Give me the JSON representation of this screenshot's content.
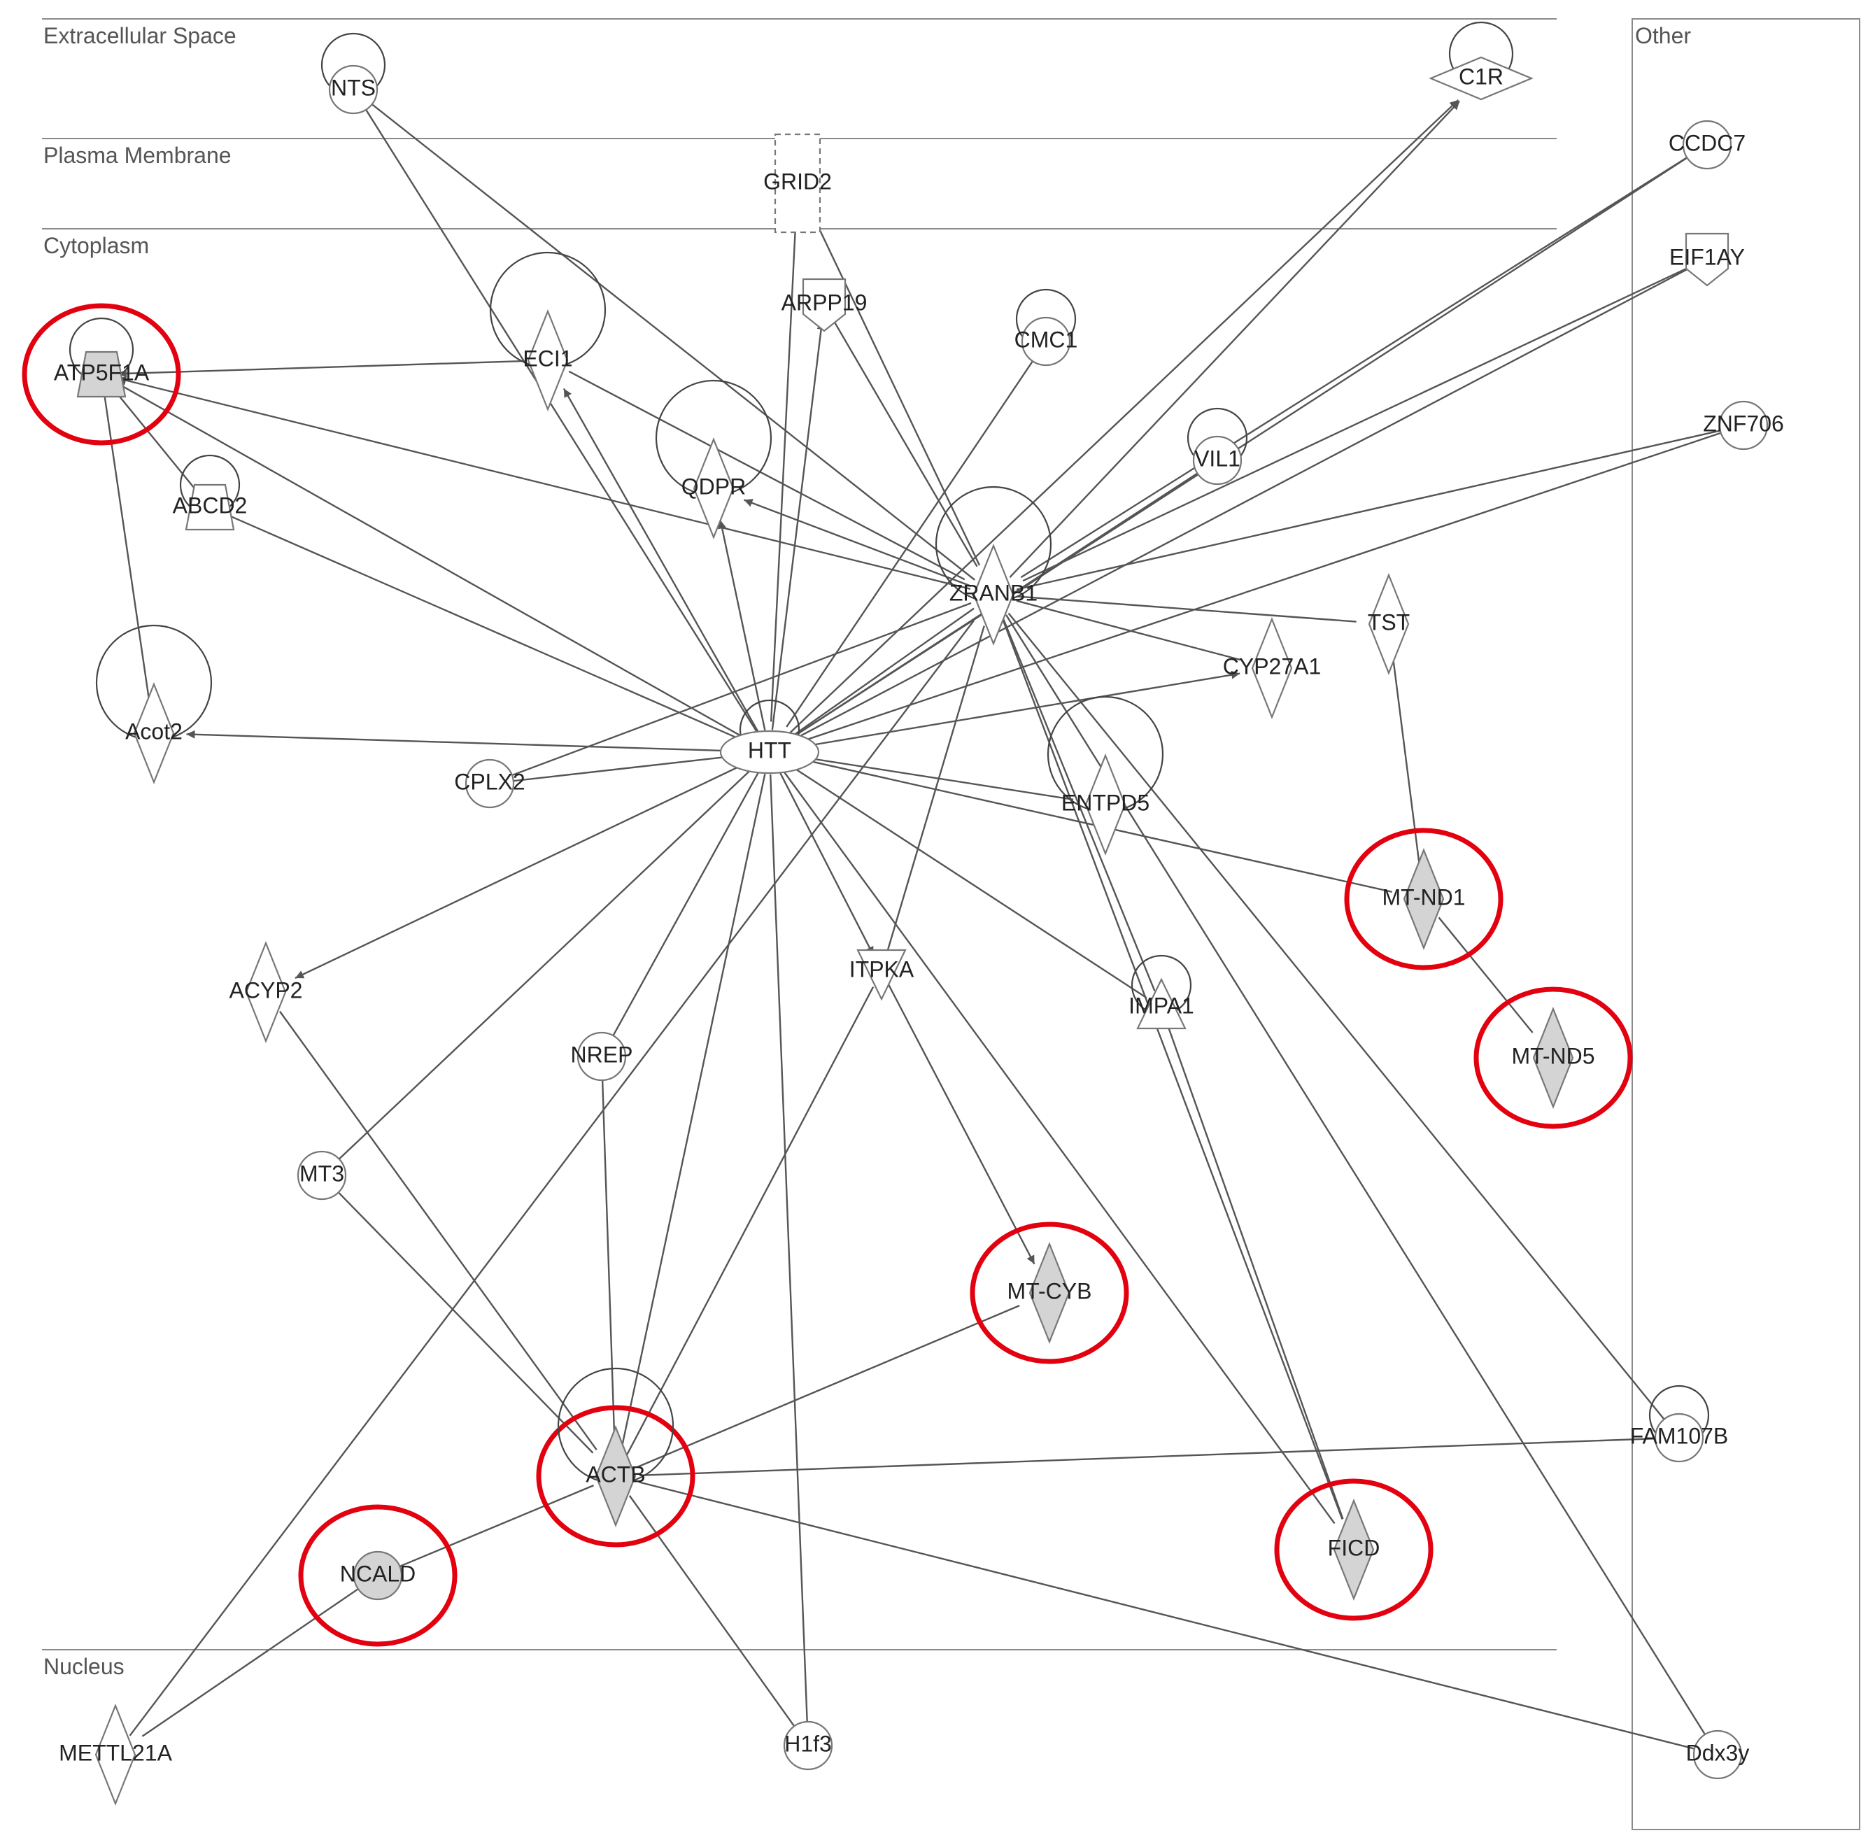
{
  "sections": {
    "extracellular": "Extracellular Space",
    "plasma_membrane": "Plasma Membrane",
    "cytoplasm": "Cytoplasm",
    "nucleus": "Nucleus",
    "other": "Other"
  },
  "colors": {
    "line": "#555555",
    "node_stroke": "#777777",
    "node_fill": "#ffffff",
    "highlight_fill": "#d4d4d4",
    "highlight_ring": "#e3000f"
  },
  "nodes": [
    {
      "id": "NTS",
      "label": "NTS",
      "shape": "circle",
      "self_loop": true
    },
    {
      "id": "C1R",
      "label": "C1R",
      "shape": "wide-diamond",
      "self_loop": true
    },
    {
      "id": "GRID2",
      "label": "GRID2",
      "shape": "dashed-rect"
    },
    {
      "id": "CCDC7",
      "label": "CCDC7",
      "shape": "circle"
    },
    {
      "id": "EIF1AY",
      "label": "EIF1AY",
      "shape": "pentagon"
    },
    {
      "id": "ZNF706",
      "label": "ZNF706",
      "shape": "circle"
    },
    {
      "id": "ATP5F1A",
      "label": "ATP5F1A",
      "shape": "trapezoid",
      "self_loop": true,
      "highlighted": true
    },
    {
      "id": "ECI1",
      "label": "ECI1",
      "shape": "diamond",
      "self_loop": true
    },
    {
      "id": "ARPP19",
      "label": "ARPP19",
      "shape": "pentagon"
    },
    {
      "id": "CMC1",
      "label": "CMC1",
      "shape": "circle",
      "self_loop": true
    },
    {
      "id": "VIL1",
      "label": "VIL1",
      "shape": "circle",
      "self_loop": true
    },
    {
      "id": "ABCD2",
      "label": "ABCD2",
      "shape": "trapezoid",
      "self_loop": true
    },
    {
      "id": "QDPR",
      "label": "QDPR",
      "shape": "diamond",
      "self_loop": true
    },
    {
      "id": "ZRANB1",
      "label": "ZRANB1",
      "shape": "diamond",
      "self_loop": true
    },
    {
      "id": "TST",
      "label": "TST",
      "shape": "diamond"
    },
    {
      "id": "CYP27A1",
      "label": "CYP27A1",
      "shape": "diamond"
    },
    {
      "id": "Acot2",
      "label": "Acot2",
      "shape": "diamond",
      "self_loop": true
    },
    {
      "id": "HTT",
      "label": "HTT",
      "shape": "ellipse",
      "self_loop": true
    },
    {
      "id": "CPLX2",
      "label": "CPLX2",
      "shape": "circle"
    },
    {
      "id": "ENTPD5",
      "label": "ENTPD5",
      "shape": "diamond",
      "self_loop": true
    },
    {
      "id": "MT-ND1",
      "label": "MT-ND1",
      "shape": "diamond",
      "highlighted": true
    },
    {
      "id": "MT-ND5",
      "label": "MT-ND5",
      "shape": "diamond",
      "highlighted": true
    },
    {
      "id": "ACYP2",
      "label": "ACYP2",
      "shape": "diamond"
    },
    {
      "id": "ITPKA",
      "label": "ITPKA",
      "shape": "triangle-down"
    },
    {
      "id": "IMPA1",
      "label": "IMPA1",
      "shape": "triangle",
      "self_loop": true
    },
    {
      "id": "NREP",
      "label": "NREP",
      "shape": "circle"
    },
    {
      "id": "MT3",
      "label": "MT3",
      "shape": "circle"
    },
    {
      "id": "MT-CYB",
      "label": "MT-CYB",
      "shape": "diamond",
      "highlighted": true
    },
    {
      "id": "FAM107B",
      "label": "FAM107B",
      "shape": "circle",
      "self_loop": true
    },
    {
      "id": "ACTB",
      "label": "ACTB",
      "shape": "diamond",
      "self_loop": true,
      "highlighted": true
    },
    {
      "id": "FICD",
      "label": "FICD",
      "shape": "diamond",
      "highlighted": true
    },
    {
      "id": "NCALD",
      "label": "NCALD",
      "shape": "circle",
      "highlighted": true
    },
    {
      "id": "METTL21A",
      "label": "METTL21A",
      "shape": "diamond"
    },
    {
      "id": "H1f3",
      "label": "H1f3",
      "shape": "circle"
    },
    {
      "id": "Ddx3y",
      "label": "Ddx3y",
      "shape": "circle"
    }
  ],
  "edges": [
    {
      "from": "HTT",
      "to": "NTS",
      "arrow": true
    },
    {
      "from": "ZRANB1",
      "to": "NTS",
      "arrow": true
    },
    {
      "from": "HTT",
      "to": "C1R",
      "arrow": true
    },
    {
      "from": "ZRANB1",
      "to": "C1R",
      "arrow": true
    },
    {
      "from": "GRID2",
      "to": "HTT",
      "arrow": false
    },
    {
      "from": "GRID2",
      "to": "ZRANB1",
      "arrow": false
    },
    {
      "from": "CCDC7",
      "to": "HTT",
      "arrow": false
    },
    {
      "from": "CCDC7",
      "to": "ZRANB1",
      "arrow": false
    },
    {
      "from": "EIF1AY",
      "to": "HTT",
      "arrow": false
    },
    {
      "from": "EIF1AY",
      "to": "ZRANB1",
      "arrow": false
    },
    {
      "from": "HTT",
      "to": "ZNF706",
      "arrow": true
    },
    {
      "from": "ZRANB1",
      "to": "ZNF706",
      "arrow": true
    },
    {
      "from": "ECI1",
      "to": "ATP5F1A",
      "arrow": true
    },
    {
      "from": "HTT",
      "to": "ATP5F1A",
      "arrow": true
    },
    {
      "from": "ZRANB1",
      "to": "ATP5F1A",
      "arrow": true
    },
    {
      "from": "ABCD2",
      "to": "ATP5F1A",
      "arrow": false
    },
    {
      "from": "Acot2",
      "to": "ATP5F1A",
      "arrow": false
    },
    {
      "from": "HTT",
      "to": "ECI1",
      "arrow": true
    },
    {
      "from": "ECI1",
      "to": "ZRANB1",
      "arrow": false
    },
    {
      "from": "HTT",
      "to": "ARPP19",
      "arrow": true
    },
    {
      "from": "ARPP19",
      "to": "ZRANB1",
      "arrow": false
    },
    {
      "from": "CMC1",
      "to": "HTT",
      "arrow": false
    },
    {
      "from": "VIL1",
      "to": "HTT",
      "arrow": false
    },
    {
      "from": "ABCD2",
      "to": "HTT",
      "arrow": false
    },
    {
      "from": "HTT",
      "to": "QDPR",
      "arrow": true
    },
    {
      "from": "ZRANB1",
      "to": "QDPR",
      "arrow": true
    },
    {
      "from": "ZRANB1",
      "to": "HTT",
      "arrow": false
    },
    {
      "from": "ZRANB1",
      "to": "TST",
      "arrow": false
    },
    {
      "from": "ZRANB1",
      "to": "CYP27A1",
      "arrow": false
    },
    {
      "from": "HTT",
      "to": "CYP27A1",
      "arrow": true
    },
    {
      "from": "HTT",
      "to": "Acot2",
      "arrow": true
    },
    {
      "from": "HTT",
      "to": "CPLX2",
      "arrow": true
    },
    {
      "from": "ZRANB1",
      "to": "CPLX2",
      "arrow": true
    },
    {
      "from": "HTT",
      "to": "ENTPD5",
      "arrow": false
    },
    {
      "from": "HTT",
      "to": "MT-ND1",
      "arrow": false
    },
    {
      "from": "TST",
      "to": "MT-ND1",
      "arrow": false
    },
    {
      "from": "MT-ND1",
      "to": "MT-ND5",
      "arrow": false
    },
    {
      "from": "HTT",
      "to": "ACYP2",
      "arrow": true
    },
    {
      "from": "HTT",
      "to": "ITPKA",
      "arrow": true
    },
    {
      "from": "ITPKA",
      "to": "ZRANB1",
      "arrow": false
    },
    {
      "from": "HTT",
      "to": "IMPA1",
      "arrow": false
    },
    {
      "from": "ZRANB1",
      "to": "IMPA1",
      "arrow": false
    },
    {
      "from": "HTT",
      "to": "NREP",
      "arrow": true
    },
    {
      "from": "HTT",
      "to": "MT3",
      "arrow": true
    },
    {
      "from": "ITPKA",
      "to": "MT-CYB",
      "arrow": true
    },
    {
      "from": "ZRANB1",
      "to": "FAM107B",
      "arrow": false
    },
    {
      "from": "HTT",
      "to": "ACTB",
      "arrow": false
    },
    {
      "from": "ACTB",
      "to": "ITPKA",
      "arrow": false
    },
    {
      "from": "NREP",
      "to": "ACTB",
      "arrow": false
    },
    {
      "from": "MT3",
      "to": "ACTB",
      "arrow": false
    },
    {
      "from": "ACYP2",
      "to": "ACTB",
      "arrow": false
    },
    {
      "from": "ACTB",
      "to": "MT-CYB",
      "arrow": false
    },
    {
      "from": "ACTB",
      "to": "FAM107B",
      "arrow": false
    },
    {
      "from": "ACTB",
      "to": "Ddx3y",
      "arrow": false
    },
    {
      "from": "ACTB",
      "to": "H1f3",
      "arrow": false
    },
    {
      "from": "ACTB",
      "to": "NCALD",
      "arrow": false
    },
    {
      "from": "HTT",
      "to": "FICD",
      "arrow": false
    },
    {
      "from": "ZRANB1",
      "to": "FICD",
      "arrow": false
    },
    {
      "from": "IMPA1",
      "to": "FICD",
      "arrow": false
    },
    {
      "from": "ZRANB1",
      "to": "Ddx3y",
      "arrow": false
    },
    {
      "from": "NCALD",
      "to": "METTL21A",
      "arrow": false
    },
    {
      "from": "METTL21A",
      "to": "ZRANB1",
      "arrow": false
    },
    {
      "from": "HTT",
      "to": "H1f3",
      "arrow": false
    }
  ]
}
